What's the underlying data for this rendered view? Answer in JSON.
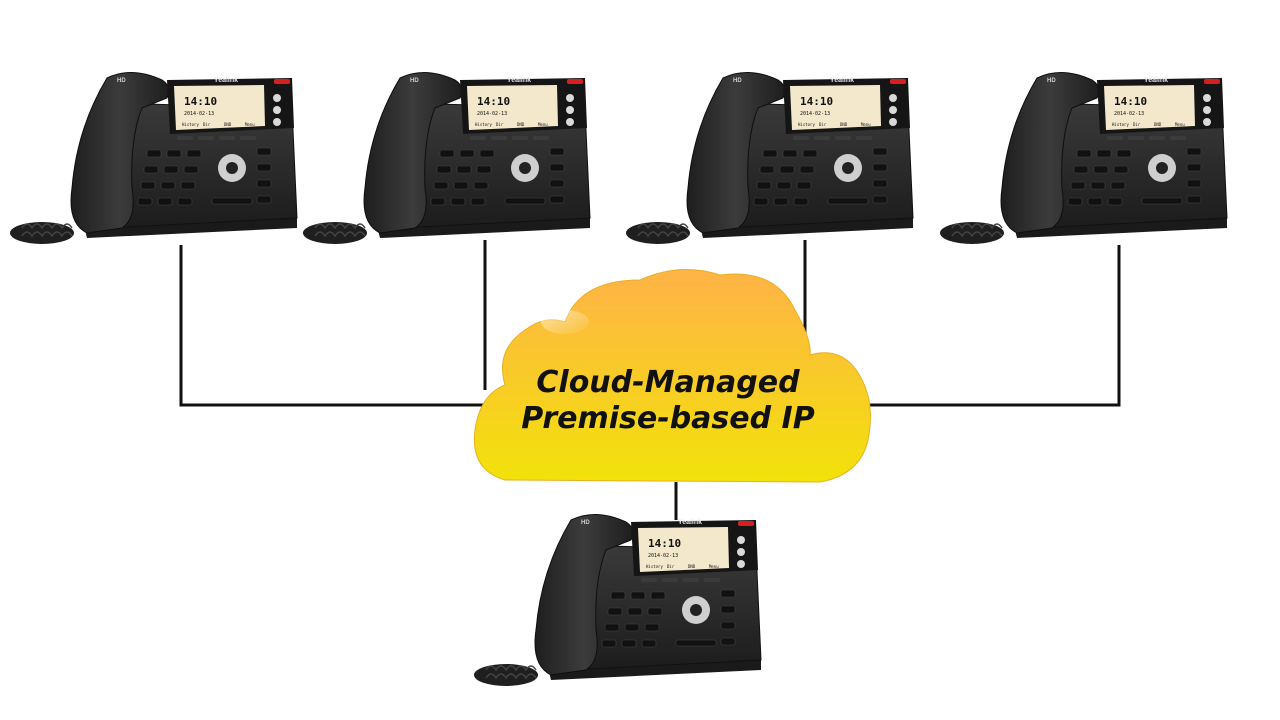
{
  "cloud": {
    "line1": "Cloud-Managed",
    "line2": "Premise-based IP"
  },
  "phone": {
    "brand": "Yealink",
    "hd_badge": "HD",
    "time": "14:10",
    "date": "2014-02-13",
    "softkeys": [
      "History",
      "Dir",
      "DND",
      "Menu"
    ]
  },
  "colors": {
    "cloud_top": "#ffb347",
    "cloud_bottom": "#f2e20a",
    "line": "#111111",
    "phone_body": "#2b2b2b",
    "screen": "#f3e8cc"
  }
}
